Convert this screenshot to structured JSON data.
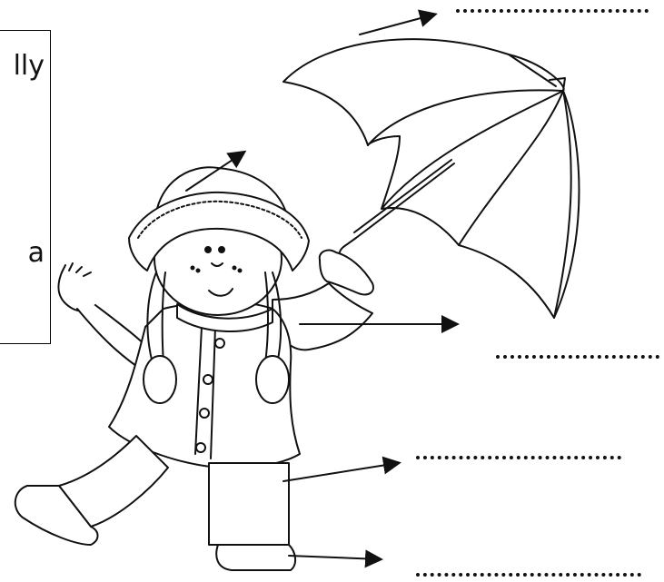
{
  "word_box": {
    "visible_fragments": [
      "lly",
      "a"
    ]
  },
  "labels": [
    {
      "target": "umbrella",
      "answer": ""
    },
    {
      "target": "hat",
      "answer": ""
    },
    {
      "target": "coat",
      "answer": ""
    },
    {
      "target": "trousers",
      "answer": ""
    },
    {
      "target": "boots",
      "answer": ""
    }
  ]
}
